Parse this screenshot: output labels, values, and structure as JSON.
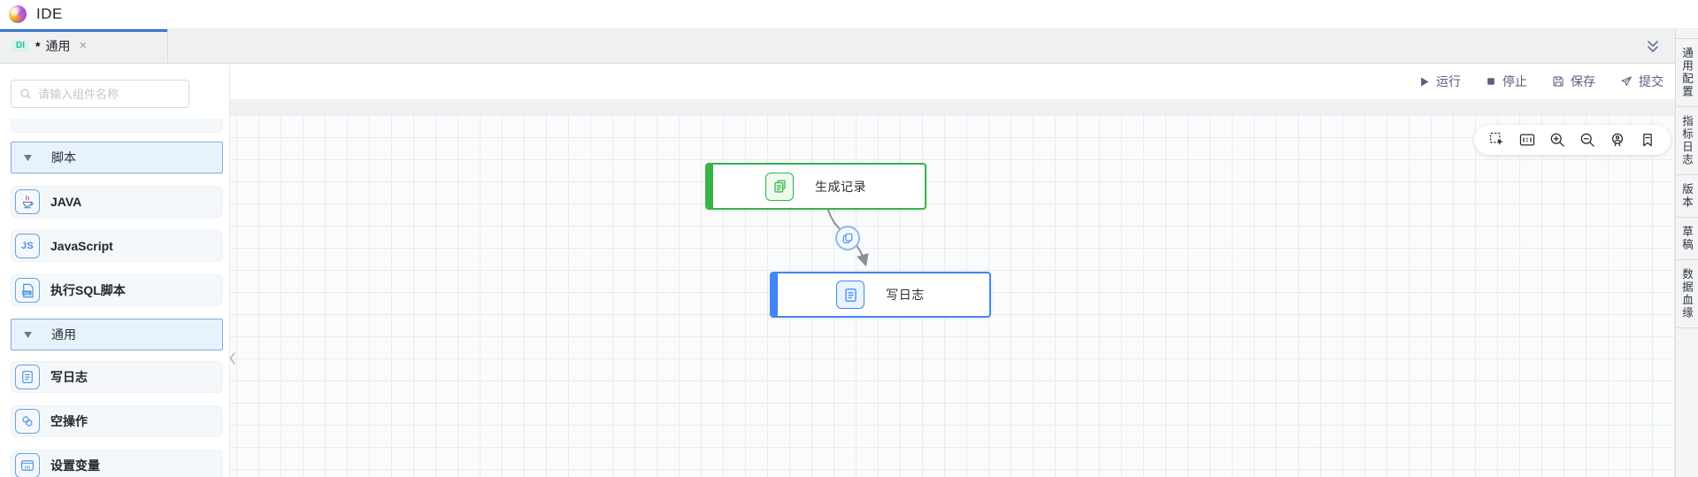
{
  "app": {
    "title": "IDE"
  },
  "tab": {
    "badge": "DI",
    "dirty": "*",
    "title": "通用",
    "close": "×"
  },
  "run_toolbar": {
    "run": "运行",
    "stop": "停止",
    "save": "保存",
    "submit": "提交"
  },
  "sidebar": {
    "search_placeholder": "请输入组件名称",
    "entries": [
      {
        "kind": "header",
        "label": "脚本"
      },
      {
        "kind": "item",
        "label": "JAVA"
      },
      {
        "kind": "item",
        "label": "JavaScript"
      },
      {
        "kind": "item",
        "label": "执行SQL脚本"
      },
      {
        "kind": "header",
        "label": "通用"
      },
      {
        "kind": "item",
        "label": "写日志"
      },
      {
        "kind": "item",
        "label": "空操作"
      },
      {
        "kind": "item",
        "label": "设置变量"
      }
    ]
  },
  "icons": {
    "js_text": "JS",
    "sql_text": "SQL",
    "variable_text": "(x)"
  },
  "canvas": {
    "nodes": [
      {
        "label": "生成记录",
        "accent": "#36b34a"
      },
      {
        "label": "写日志",
        "accent": "#4185f4"
      }
    ]
  },
  "right_panel": {
    "items": [
      {
        "label": "通用配置"
      },
      {
        "label": "指标日志"
      },
      {
        "label": "版本"
      },
      {
        "label": "草稿"
      },
      {
        "label": "数据血缘"
      }
    ]
  },
  "colors": {
    "accent_blue": "#3877d2",
    "node_green": "#36b34a",
    "node_blue": "#4185f4",
    "badge_teal": "#1fbf9c"
  }
}
